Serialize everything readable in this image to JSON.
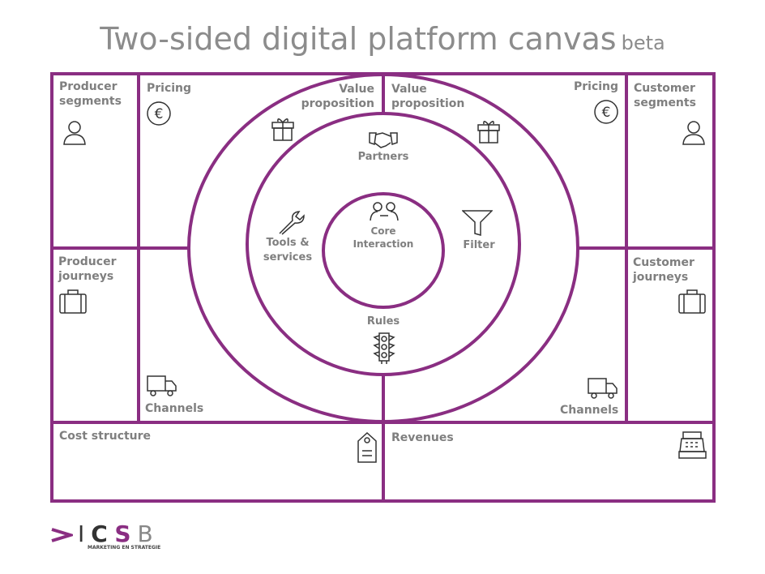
{
  "title": "Two-sided digital platform canvas",
  "title_suffix": "beta",
  "colors": {
    "accent": "#8a2e82",
    "text": "#7f7f7f"
  },
  "blocks": {
    "producer_segments": "Producer segments",
    "pricing_left": "Pricing",
    "value_left": "Value proposition",
    "value_right": "Value proposition",
    "pricing_right": "Pricing",
    "customer_segments": "Customer segments",
    "partners": "Partners",
    "tools": "Tools & services",
    "core": "Core Interaction",
    "filter": "Filter",
    "rules": "Rules",
    "producer_journeys": "Producer journeys",
    "customer_journeys": "Customer journeys",
    "channels_left": "Channels",
    "channels_right": "Channels",
    "cost": "Cost structure",
    "revenues": "Revenues"
  },
  "logo": {
    "text": "ICSB",
    "tagline": "MARKETING EN STRATEGIE"
  }
}
